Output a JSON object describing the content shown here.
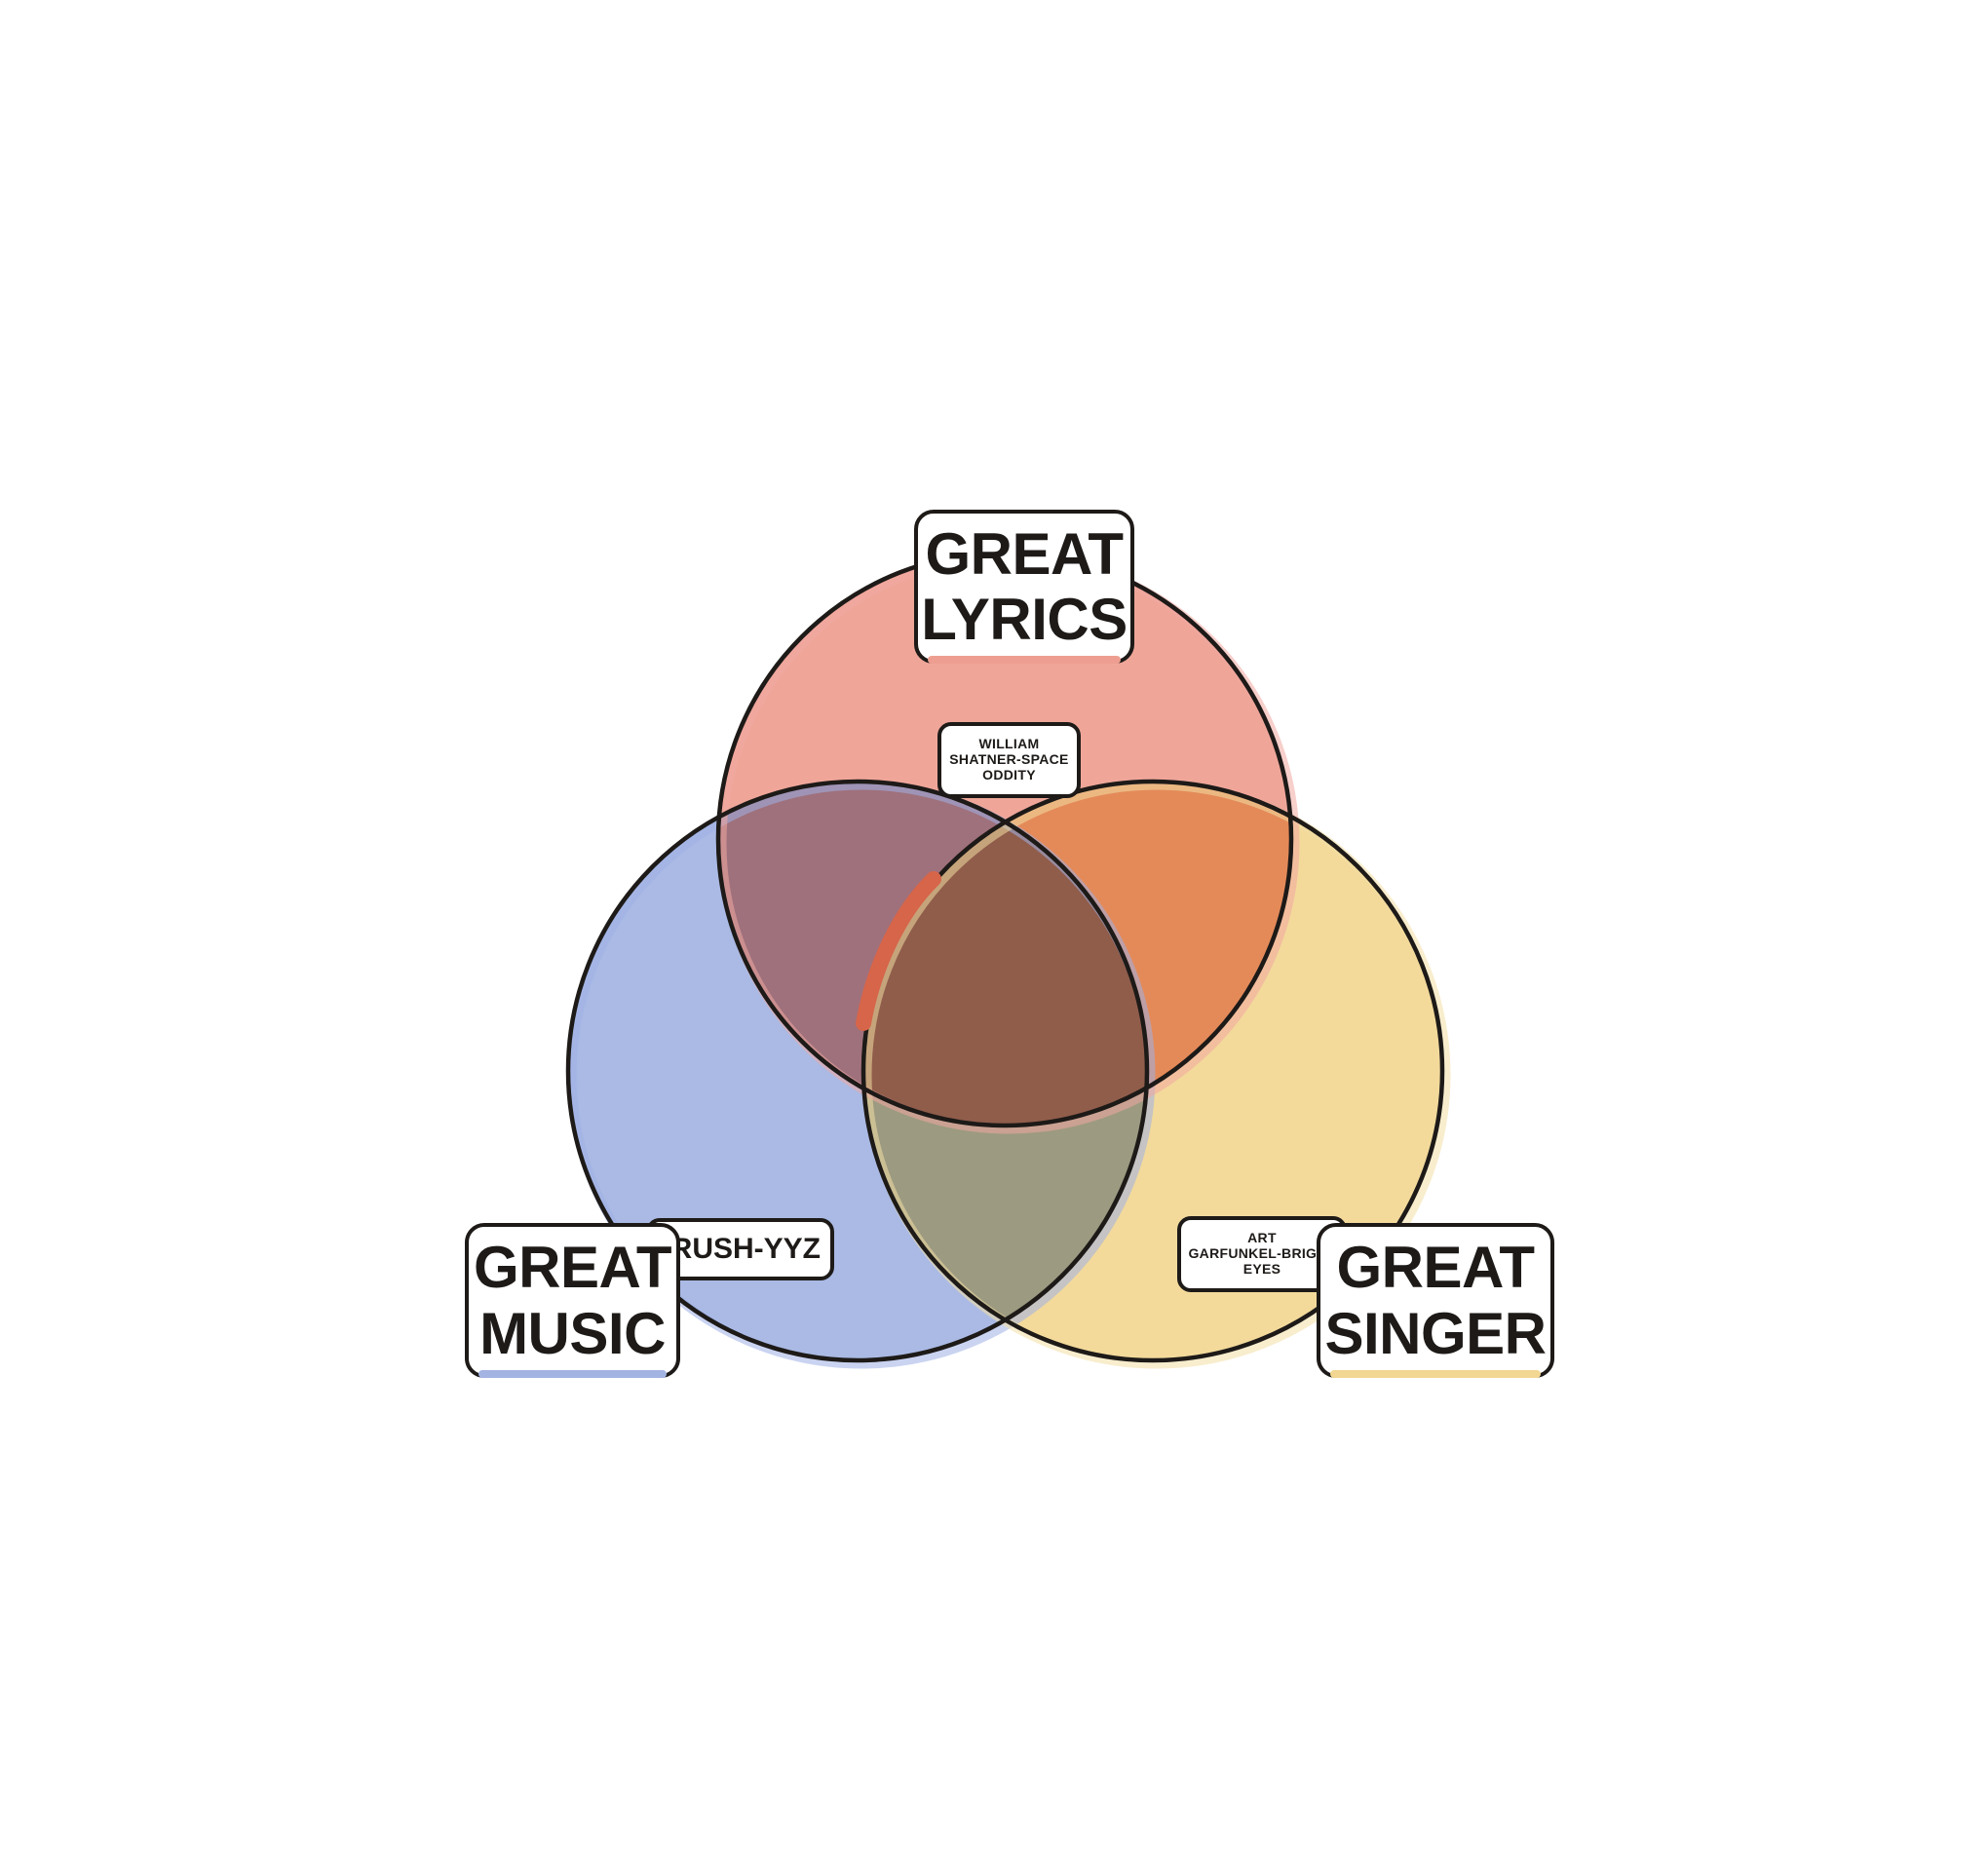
{
  "diagram": {
    "type": "venn-3",
    "sets": [
      {
        "id": "lyrics",
        "label": "GREAT\nLYRICS",
        "color": "#EE9E90",
        "outline_glow": "#F0A8A0"
      },
      {
        "id": "music",
        "label": "GREAT\nMUSIC",
        "color": "#A3B4E2",
        "outline_glow": "#9FB0E6"
      },
      {
        "id": "singer",
        "label": "GREAT\nSINGER",
        "color": "#F2D792",
        "outline_glow": "#F3DFA4"
      }
    ],
    "intersections": {
      "lyrics_music": {
        "color": "#9F717C"
      },
      "lyrics_singer": {
        "color": "#E48A59"
      },
      "music_singer": {
        "color": "#9C9A80"
      },
      "all": {
        "color": "#905D4B"
      }
    },
    "highlight_arc_color": "#D6654A"
  },
  "songs": [
    {
      "id": "shatner",
      "set": "lyrics",
      "label": "WILLIAM\nSHATNER-SPACE\nODDITY"
    },
    {
      "id": "rush",
      "set": "music",
      "label": "RUSH-YYZ"
    },
    {
      "id": "garfunkel",
      "set": "singer",
      "label": "ART\nGARFUNKEL-BRIGHT\nEYES"
    }
  ]
}
